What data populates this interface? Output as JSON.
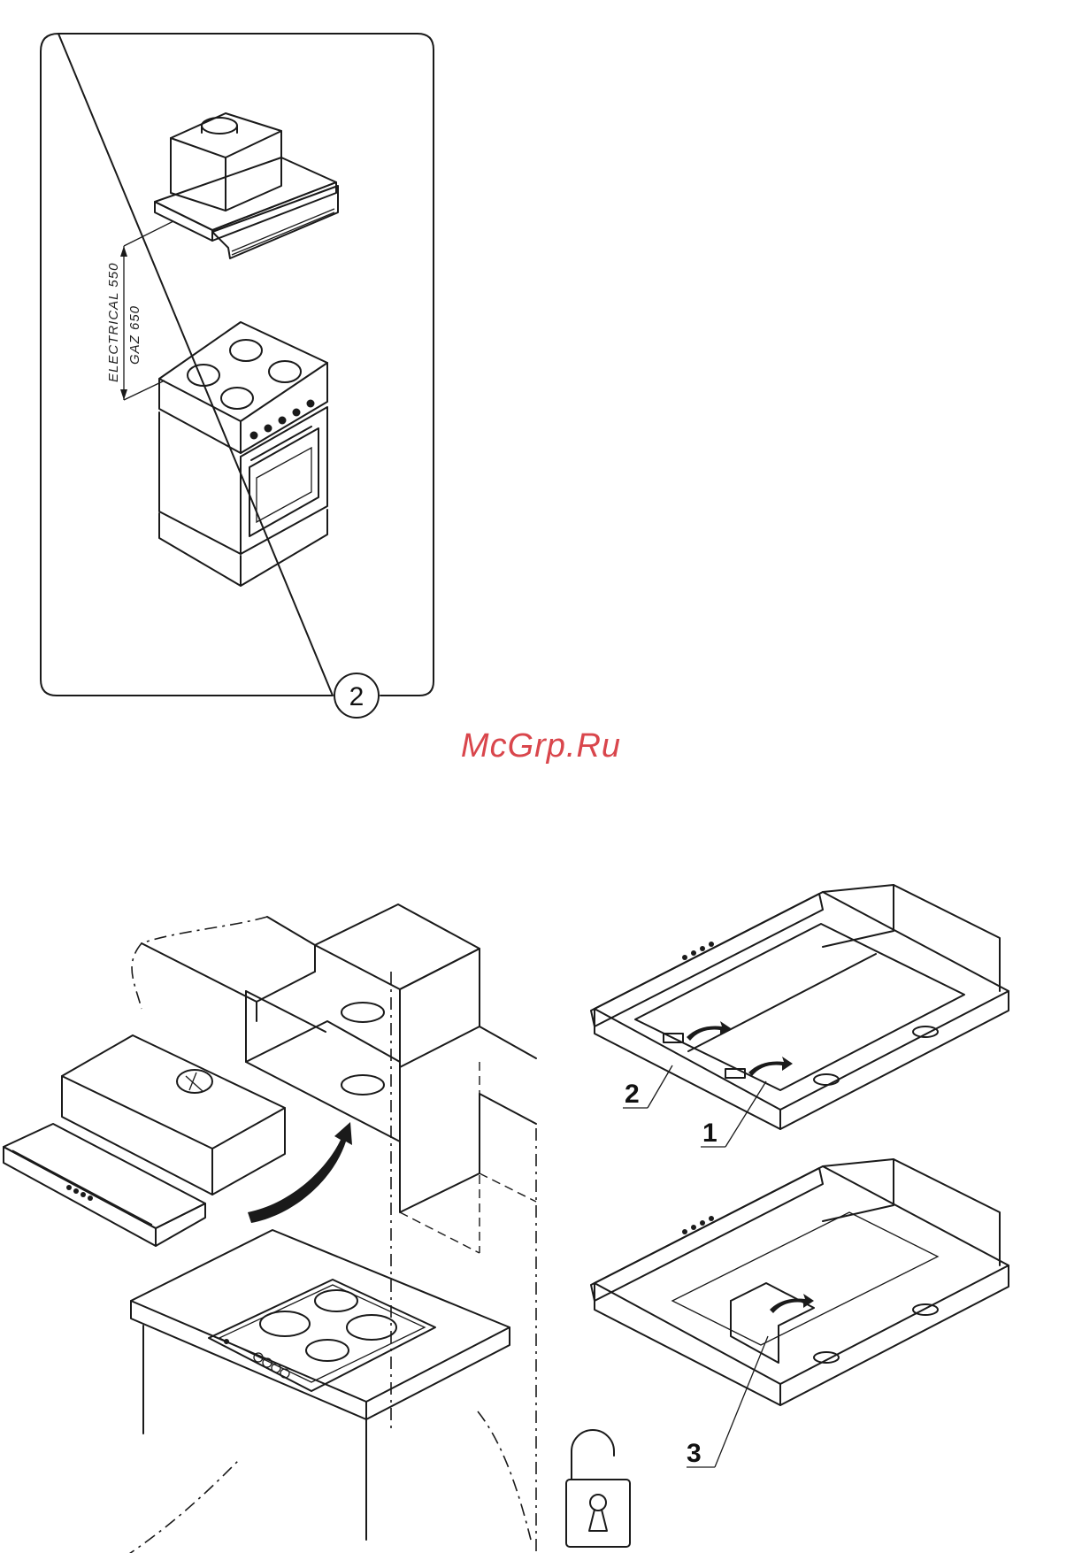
{
  "figure2": {
    "number": "2",
    "dimension_label_electrical": "ELECTRICAL 550",
    "dimension_label_gaz": "GAZ 650"
  },
  "watermark": "McGrp.Ru",
  "callouts": {
    "filter_diagram_top": [
      "2",
      "1"
    ],
    "filter_diagram_bottom": [
      "3"
    ]
  },
  "icons": [
    "hood-icon",
    "stove-icon",
    "cooktop-icon",
    "open-padlock-icon",
    "curved-arrow-icon"
  ]
}
